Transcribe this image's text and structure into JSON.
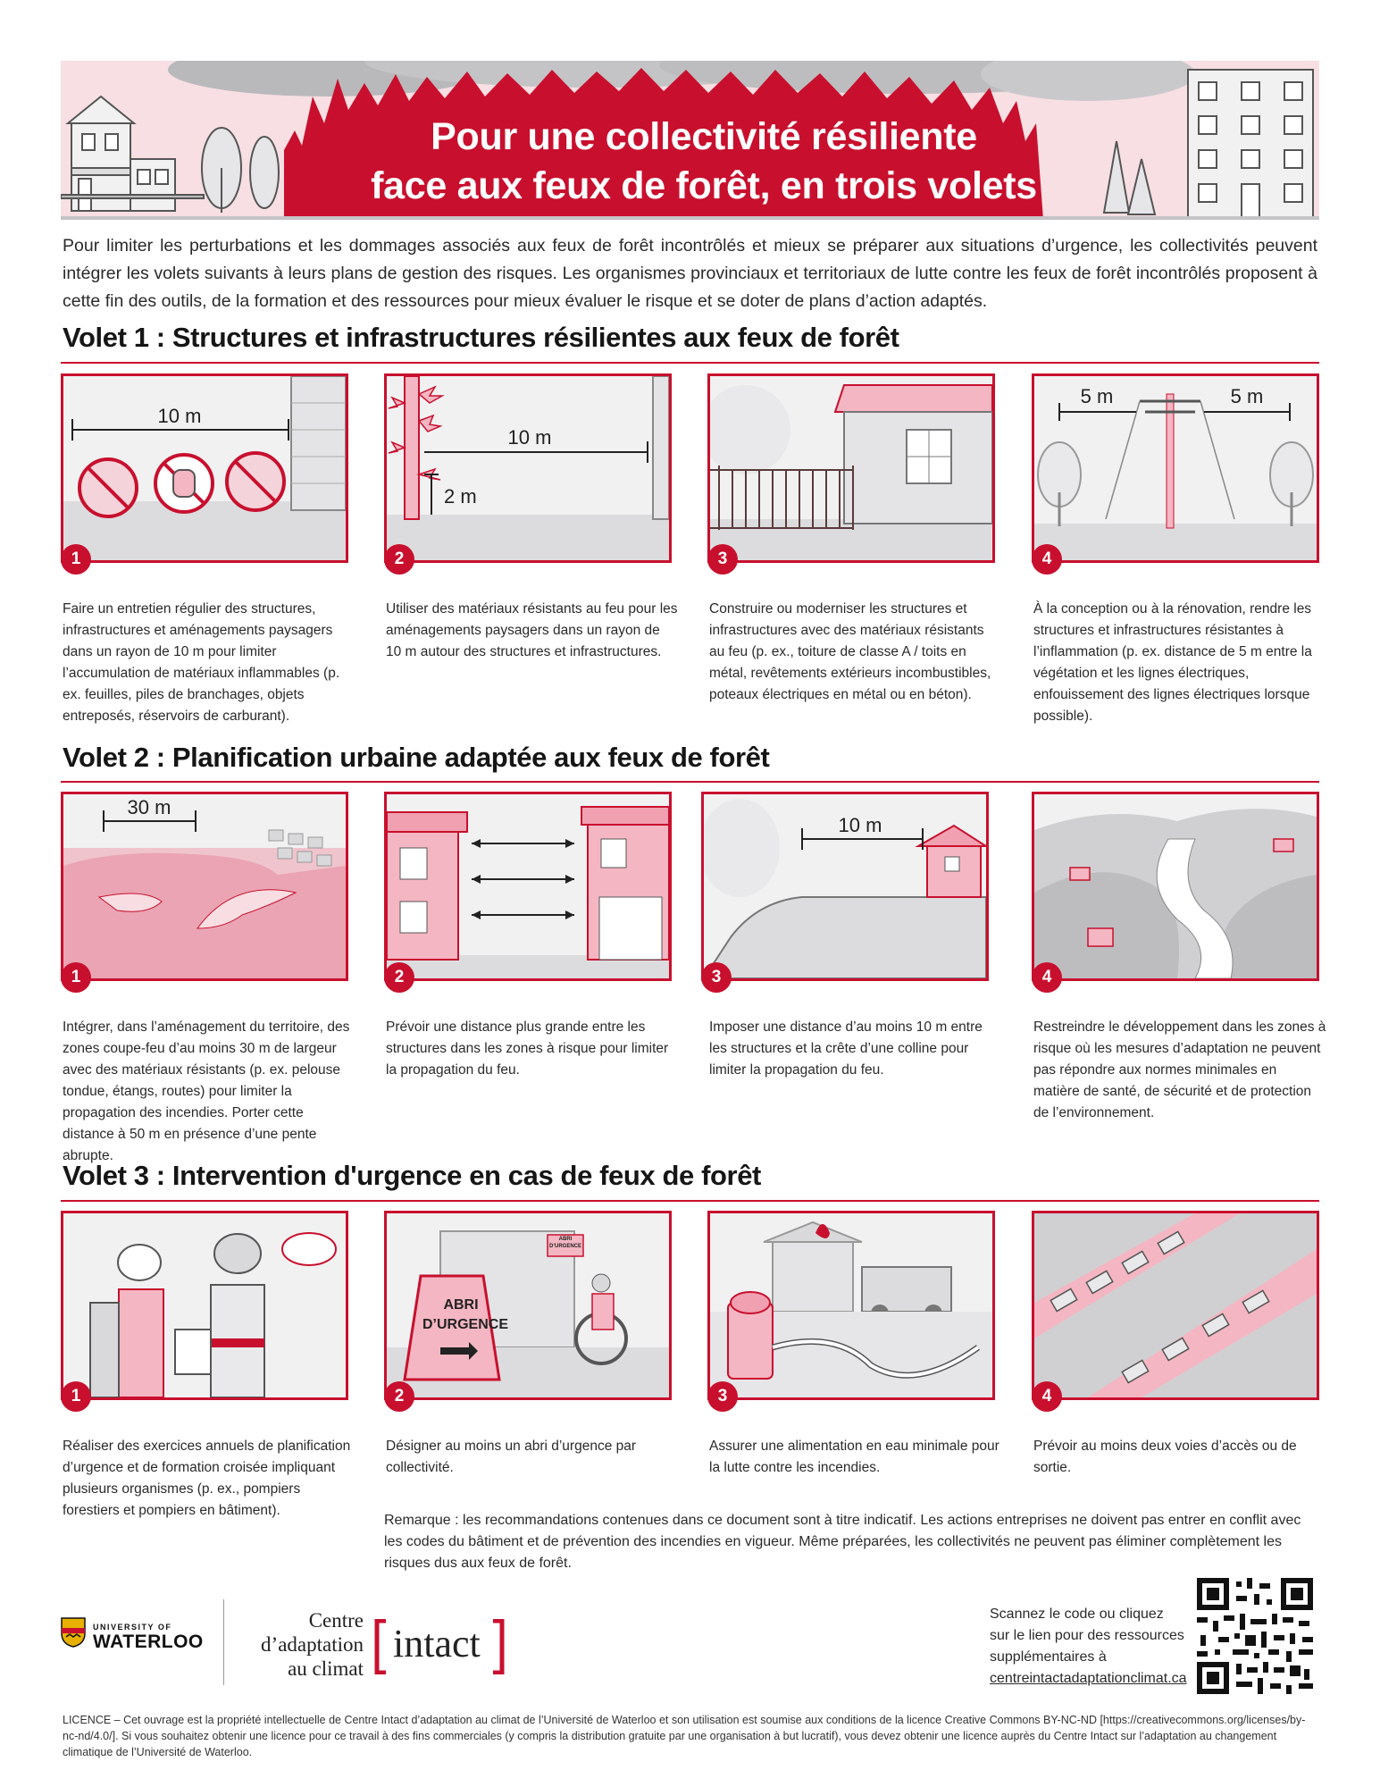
{
  "banner": {
    "title_line1": "Pour une collectivité résiliente",
    "title_line2": "face aux feux de forêt, en trois volets"
  },
  "intro": "Pour limiter les perturbations et les dommages associés aux feux de forêt incontrôlés et mieux se préparer aux situations d’urgence, les collectivités peuvent intégrer les volets suivants à leurs plans de gestion des risques. Les organismes provinciaux et territoriaux de lutte contre les feux de forêt incontrôlés proposent à cette fin des outils, de la formation et des ressources pour mieux évaluer le risque et se doter de plans d’action adaptés.",
  "sections": [
    {
      "title": "Volet 1 : Structures et infrastructures résilientes aux feux de forêt",
      "panels": [
        {
          "number": "1",
          "dims": [
            "10 m"
          ],
          "caption": "Faire un entretien régulier des structures, infrastructures et aménagements paysagers dans un rayon de 10 m pour limiter l’accumulation de matériaux inflammables (p. ex. feuilles, piles de branchages, objets entreposés, réservoirs de carburant)."
        },
        {
          "number": "2",
          "dims": [
            "10 m",
            "2 m"
          ],
          "caption": "Utiliser des matériaux résistants au feu pour les aménagements paysagers dans un rayon de 10 m autour des structures et infrastructures."
        },
        {
          "number": "3",
          "dims": [],
          "caption": "Construire ou moderniser les structures et infrastructures avec des matériaux résistants au feu (p. ex., toiture de classe A / toits en métal, revêtements extérieurs incombustibles, poteaux électriques en métal ou en béton)."
        },
        {
          "number": "4",
          "dims": [
            "5 m",
            "5 m"
          ],
          "caption": "À la conception ou à la rénovation, rendre les structures et infrastructures résistantes à l’inflammation (p. ex. distance de 5 m entre la végétation et les lignes électriques, enfouissement des lignes électriques lorsque possible)."
        }
      ]
    },
    {
      "title": "Volet 2 : Planification urbaine adaptée aux feux de forêt",
      "panels": [
        {
          "number": "1",
          "dims": [
            "30 m"
          ],
          "caption": "Intégrer, dans l’aménagement du territoire, des zones coupe-feu d’au moins 30 m de largeur avec des matériaux résistants (p. ex. pelouse tondue, étangs, routes) pour limiter la propagation des incendies. Porter cette distance à 50 m en présence d’une pente abrupte."
        },
        {
          "number": "2",
          "dims": [],
          "caption": "Prévoir une distance plus grande entre les structures dans les zones à risque pour limiter la propagation du feu."
        },
        {
          "number": "3",
          "dims": [
            "10 m"
          ],
          "caption": "Imposer une distance d’au moins 10 m entre les structures et la crête d’une colline pour limiter la propagation du feu."
        },
        {
          "number": "4",
          "dims": [],
          "caption": "Restreindre le développement dans les zones à risque où les mesures d’adaptation ne peuvent pas répondre aux normes minimales en matière de santé, de sécurité et de protection de l’environnement."
        }
      ]
    },
    {
      "title": "Volet 3 : Intervention d'urgence en cas de feux de forêt",
      "panels": [
        {
          "number": "1",
          "dims": [],
          "caption": "Réaliser des exercices annuels de planification d’urgence et de formation croisée impliquant plusieurs organismes (p. ex., pompiers forestiers et pompiers en bâtiment)."
        },
        {
          "number": "2",
          "dims": [],
          "caption": "Désigner au moins un abri d’urgence par collectivité.",
          "sign_line1": "ABRI",
          "sign_line2": "D’URGENCE",
          "door_sign": "ABRI D’URGENCE"
        },
        {
          "number": "3",
          "dims": [],
          "caption": "Assurer une alimentation en eau minimale pour la lutte contre les incendies."
        },
        {
          "number": "4",
          "dims": [],
          "caption": "Prévoir au moins deux voies d’accès ou de sortie."
        }
      ]
    }
  ],
  "note": "Remarque : les recommandations contenues dans ce document sont à titre indicatif. Les actions entreprises ne doivent pas entrer en conflit avec les codes du bâtiment et de prévention des incendies en vigueur. Même préparées, les collectivités ne peuvent pas éliminer complètement les risques dus aux feux de forêt.",
  "footer": {
    "uw_small": "UNIVERSITY OF",
    "uw_big": "WATERLOO",
    "centre_line1": "Centre",
    "centre_line2": "d’adaptation",
    "centre_line3": "au climat",
    "intact": "intact",
    "scan_text": "Scannez le code ou cliquez sur le lien pour des ressources supplémentaires à",
    "scan_link": "centreintactadaptationclimat.ca",
    "licence": "LICENCE – Cet ouvrage est la propriété intellectuelle de Centre Intact d’adaptation au climat de l’Université de Waterloo et son utilisation est soumise aux conditions de la licence Creative Commons BY-NC-ND [https://creativecommons.org/licenses/by-nc-nd/4.0/]. Si vous souhaitez obtenir une licence pour ce travail à des fins commerciales (y compris la distribution gratuite par une organisation à but lucratif), vous devez obtenir une licence auprès du Centre Intact sur l’adaptation au changement climatique de l’Université de Waterloo."
  },
  "colors": {
    "accent": "#c8102e",
    "pink": "#f4b6c2",
    "light_pink": "#f7dfe3",
    "grey": "#d9d9db"
  }
}
